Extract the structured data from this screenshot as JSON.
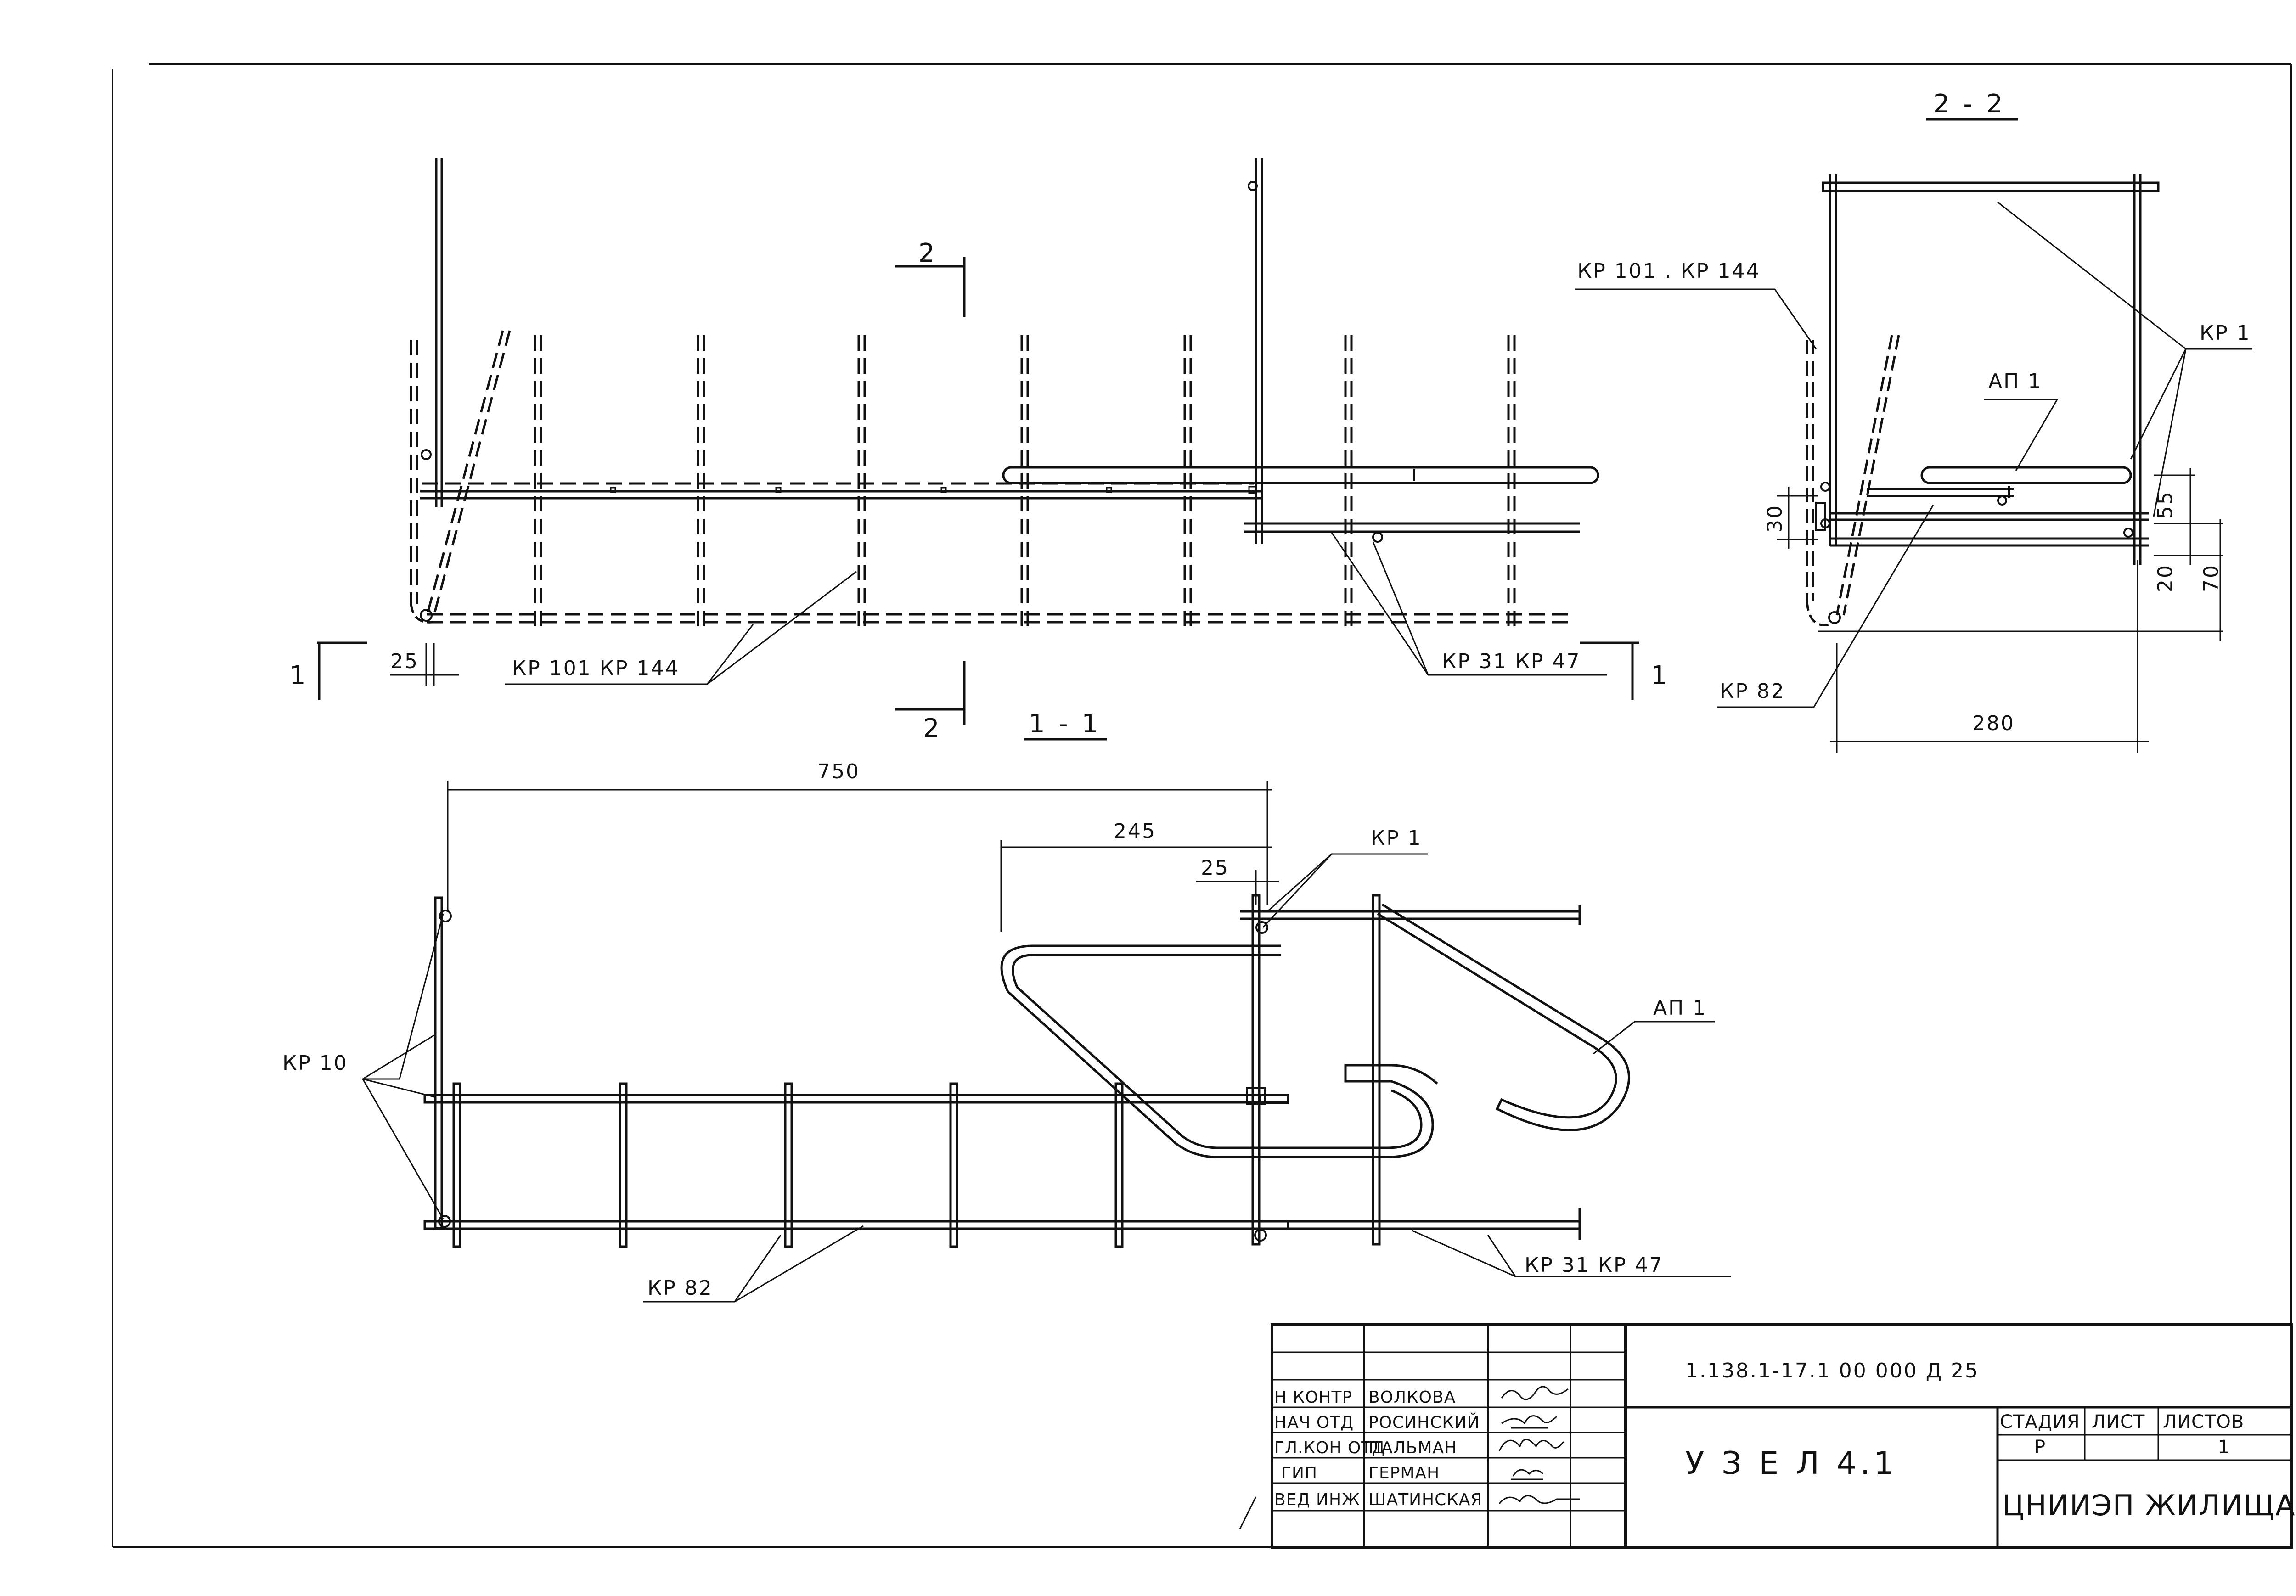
{
  "sections": {
    "s11": "1 - 1",
    "s22": "2 - 2",
    "cut_1": "1",
    "cut_2": "2"
  },
  "labels": {
    "kp101_kp144": "КР 101  КР 144",
    "kp101_kp144_s22": "КР 101 . КР 144",
    "kp31_kp47": "КР 31  КР 47",
    "kp1": "КР 1",
    "ap1": "АП 1",
    "kp82": "КР 82",
    "kp10": "КР 10"
  },
  "dimensions": {
    "d25": "25",
    "d750": "750",
    "d245": "245",
    "d280": "280",
    "d30": "30",
    "d55": "55",
    "d20": "20",
    "d70": "70"
  },
  "title_block": {
    "roles": [
      "Н КОНТР",
      "НАЧ ОТД",
      "ГЛ.КОН ОТД",
      "ГИП",
      "ВЕД ИНЖ"
    ],
    "names": [
      "ВОЛКОВА",
      "РОСИНСКИЙ",
      "ПАЛЬМАН",
      "ГЕРМАН",
      "ШАТИНСКАЯ"
    ],
    "code": "1.138.1-17.1 00 000 Д 25",
    "title": "У З Е Л  4.1",
    "stage_header": "СТАДИЯ",
    "sheet_header": "ЛИСТ",
    "sheets_header": "ЛИСТОВ",
    "stage": "Р",
    "sheet": "",
    "sheets": "1",
    "org": "ЦНИИЭП ЖИЛИЩА"
  }
}
